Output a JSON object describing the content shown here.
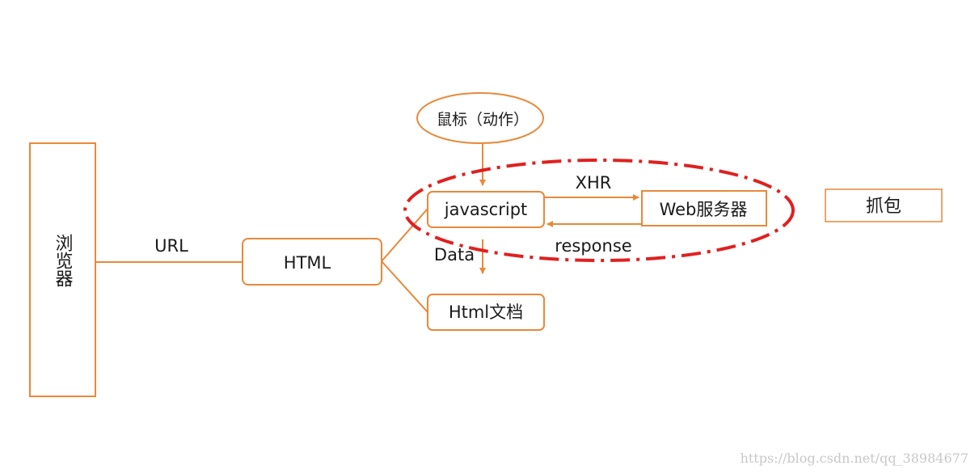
{
  "nodes": {
    "browser": "浏览器",
    "html": "HTML",
    "javascript": "javascript",
    "web_server": "Web服务器",
    "mouse_action": "鼠标（动作）",
    "html_document": "Html文档",
    "capture": "抓包"
  },
  "edges": {
    "url": "URL",
    "xhr": "XHR",
    "response": "response",
    "data": "Data"
  },
  "watermark": "https://blog.csdn.net/qq_38984677",
  "colors": {
    "node_stroke": "#e8893a",
    "arrow": "#e8893a",
    "highlight_ellipse": "#e02020",
    "text": "#1a1a1a",
    "watermark": "#c8c8c8"
  }
}
